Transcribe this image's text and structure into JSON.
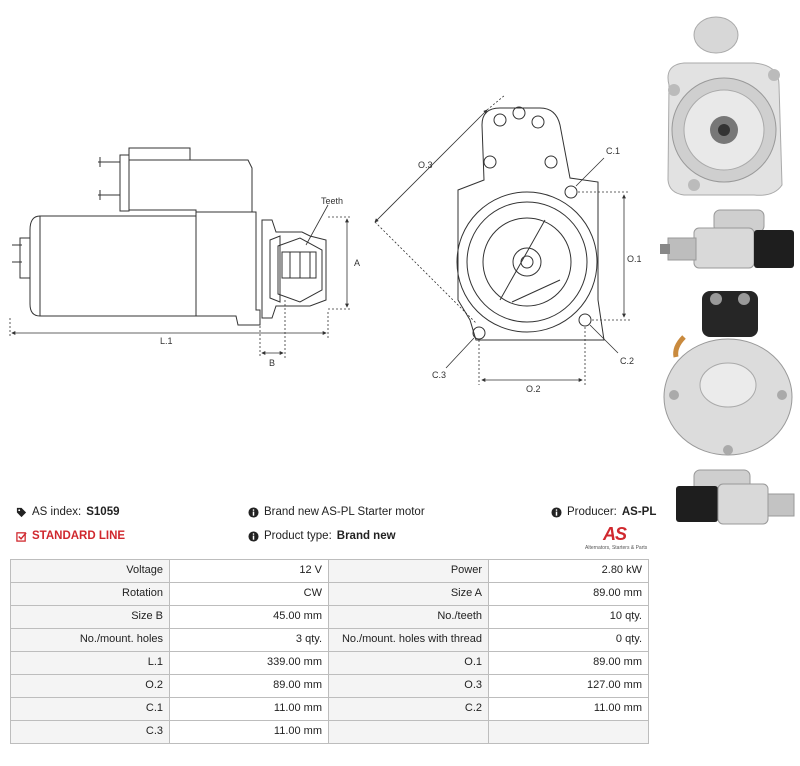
{
  "drawing": {
    "side_labels": {
      "teeth": "Teeth",
      "a": "A",
      "l1": "L.1",
      "b": "B"
    },
    "front_labels": {
      "o3": "O.3",
      "c1": "C.1",
      "o1": "O.1",
      "c3": "C.3",
      "c2": "C.2",
      "o2": "O.2"
    }
  },
  "info": {
    "as_index_label": "AS index:",
    "as_index_value": "S1059",
    "standard_line": "STANDARD LINE",
    "description": "Brand new AS-PL Starter motor",
    "product_type_label": "Product type:",
    "product_type_value": "Brand new",
    "producer_label": "Producer:",
    "producer_value": "AS-PL",
    "logo_mark": "AS",
    "logo_tagline": "Alternators, Starters & Parts"
  },
  "icons": {
    "tag": "tag-icon",
    "check": "checkbox-icon",
    "info": "info-icon"
  },
  "colors": {
    "accent": "#d0282e",
    "label_bg": "#f4f4f4",
    "border": "#bdbdbd"
  },
  "specs": [
    [
      "Voltage",
      "12 V",
      "Power",
      "2.80 kW"
    ],
    [
      "Rotation",
      "CW",
      "Size A",
      "89.00 mm"
    ],
    [
      "Size B",
      "45.00 mm",
      "No./teeth",
      "10 qty."
    ],
    [
      "No./mount. holes",
      "3 qty.",
      "No./mount. holes with thread",
      "0 qty."
    ],
    [
      "L.1",
      "339.00 mm",
      "O.1",
      "89.00 mm"
    ],
    [
      "O.2",
      "89.00 mm",
      "O.3",
      "127.00 mm"
    ],
    [
      "C.1",
      "11.00 mm",
      "C.2",
      "11.00 mm"
    ],
    [
      "C.3",
      "11.00 mm",
      "",
      ""
    ]
  ]
}
